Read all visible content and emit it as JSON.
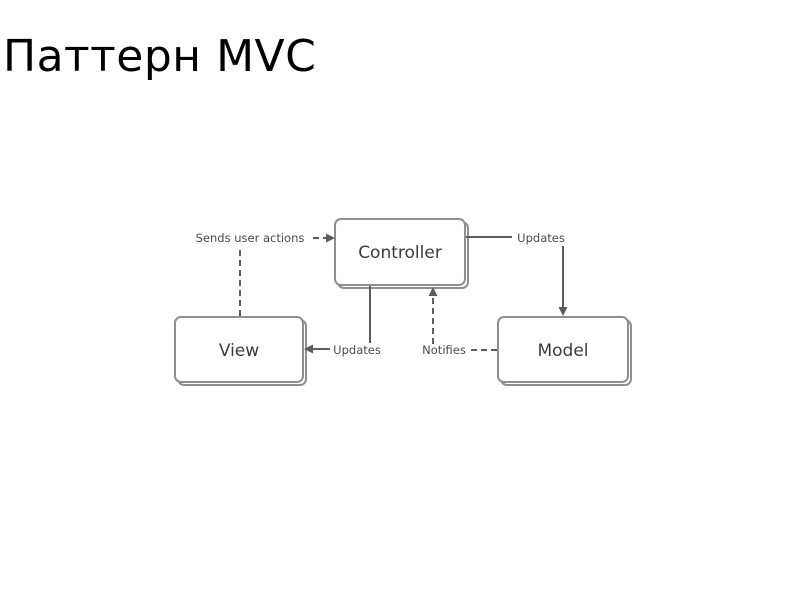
{
  "title": "Паттерн MVC",
  "diagram": {
    "nodes": {
      "controller": "Controller",
      "view": "View",
      "model": "Model"
    },
    "edges": {
      "view_to_controller": "Sends user actions",
      "controller_to_model": "Updates",
      "controller_to_view": "Updates",
      "model_to_controller": "Notifies"
    }
  },
  "colors": {
    "box_border": "#8f8f8f",
    "arrow": "#5c5c5c",
    "text": "#3a3a3a"
  }
}
